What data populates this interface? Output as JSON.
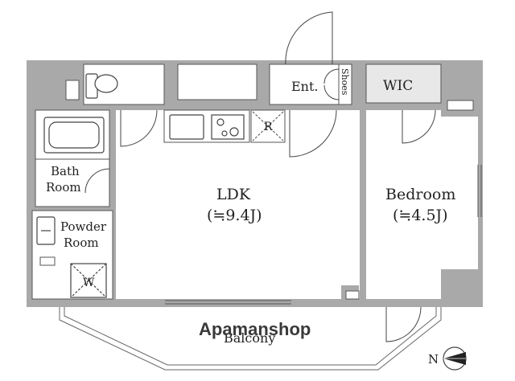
{
  "rooms": {
    "entrance": "Ent.",
    "shoes": "Shoes",
    "wic": "WIC",
    "bath_line1": "Bath",
    "bath_line2": "Room",
    "powder_line1": "Powder",
    "powder_line2": "Room",
    "washer": "W",
    "fridge": "R",
    "ldk_name": "LDK",
    "ldk_size": "(≒9.4J)",
    "bedroom_name": "Bedroom",
    "bedroom_size": "(≒4.5J)",
    "balcony": "Balcony"
  },
  "watermark": "Apamanshop",
  "compass": {
    "letter": "N"
  },
  "colors": {
    "wall": "#a9a9a9",
    "floor": "#ffffff",
    "wic_fill": "#e8e8e8",
    "line": "#555555"
  }
}
